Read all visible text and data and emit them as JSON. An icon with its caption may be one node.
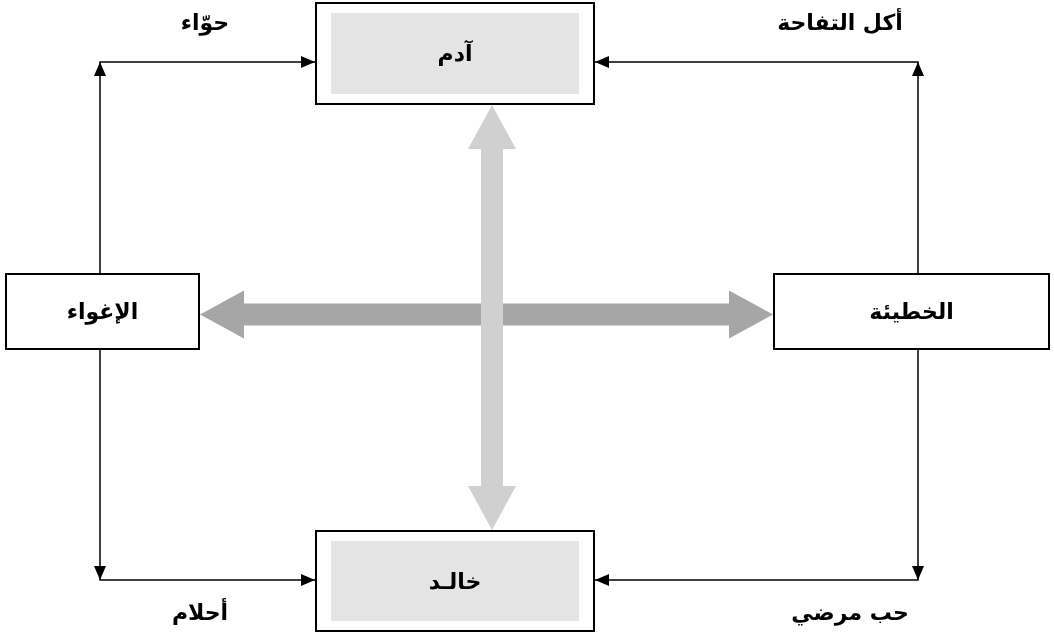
{
  "diagram": {
    "nodes": [
      {
        "text": [
          "آدم"
        ]
      },
      {
        "text": [
          "الإغواء"
        ]
      },
      {
        "text": [
          "الخطيئة"
        ]
      },
      {
        "text": [
          "خالـد"
        ]
      }
    ],
    "edges": [
      {
        "from": 1,
        "to": 0,
        "arrow": "to",
        "label": "حوّاء"
      },
      {
        "from": 2,
        "to": 0,
        "arrow": "to",
        "label": "أكل التفاحة"
      },
      {
        "from": 1,
        "to": 3,
        "arrow": "to",
        "label": "أحلام"
      },
      {
        "from": 2,
        "to": 3,
        "arrow": "to",
        "label": "حب مرضي"
      },
      {
        "from": 1,
        "to": 2,
        "arrow": "both",
        "style": "thick",
        "color": "#a6a6a6"
      },
      {
        "from": 0,
        "to": 3,
        "arrow": "both",
        "style": "thick",
        "color": "#d0d0d0"
      }
    ]
  }
}
